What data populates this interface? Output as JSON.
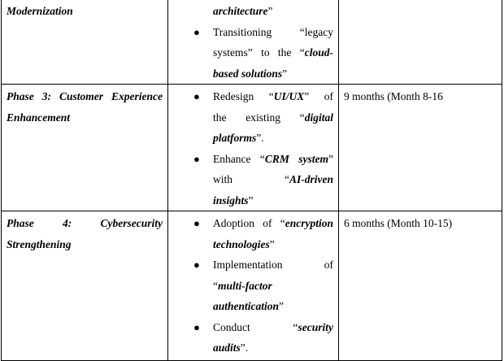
{
  "rows": [
    {
      "phase_lines": [
        "Modernization"
      ],
      "bullets": [
        {
          "lines": [
            [
              {
                "t": "architecture",
                "b": true
              },
              {
                "t": "”",
                "b": false
              }
            ]
          ],
          "continuation": true
        },
        {
          "lines": [
            [
              {
                "t": "Transitioning     “legacy",
                "b": false
              }
            ],
            [
              {
                "t": "systems” to the “",
                "b": false
              },
              {
                "t": "cloud-",
                "b": true
              }
            ],
            [
              {
                "t": "based solutions",
                "b": true
              },
              {
                "t": "”",
                "b": false
              }
            ]
          ]
        }
      ],
      "duration": ""
    },
    {
      "phase_lines": [
        "Phase 3: Customer Experience",
        "Enhancement"
      ],
      "bullets": [
        {
          "lines": [
            [
              {
                "t": "Redesign  “",
                "b": false
              },
              {
                "t": "UI/UX",
                "b": true
              },
              {
                "t": "”  of",
                "b": false
              }
            ],
            [
              {
                "t": "the   existing   “",
                "b": false
              },
              {
                "t": "digital",
                "b": true
              }
            ],
            [
              {
                "t": "platforms",
                "b": true
              },
              {
                "t": "”.",
                "b": false
              }
            ]
          ]
        },
        {
          "lines": [
            [
              {
                "t": "Enhance “",
                "b": false
              },
              {
                "t": "CRM system",
                "b": true
              },
              {
                "t": "”",
                "b": false
              }
            ],
            [
              {
                "t": "with          “",
                "b": false
              },
              {
                "t": "AI-driven",
                "b": true
              }
            ],
            [
              {
                "t": "insights",
                "b": true
              },
              {
                "t": "”",
                "b": false
              }
            ]
          ]
        }
      ],
      "duration": "9 months (Month 8-16"
    },
    {
      "phase_lines": [
        "Phase      4:      Cybersecurity",
        "Strengthening"
      ],
      "bullets": [
        {
          "lines": [
            [
              {
                "t": "Adoption of “",
                "b": false
              },
              {
                "t": "encryption",
                "b": true
              }
            ],
            [
              {
                "t": "technologies",
                "b": true
              },
              {
                "t": "”",
                "b": false
              }
            ]
          ]
        },
        {
          "lines": [
            [
              {
                "t": "Implementation          of",
                "b": false
              }
            ],
            [
              {
                "t": "“",
                "b": false
              },
              {
                "t": "multi-factor",
                "b": true
              }
            ],
            [
              {
                "t": "authentication",
                "b": true
              },
              {
                "t": "”",
                "b": false
              }
            ]
          ]
        },
        {
          "lines": [
            [
              {
                "t": "Conduct          “",
                "b": false
              },
              {
                "t": "security",
                "b": true
              }
            ],
            [
              {
                "t": "audits",
                "b": true
              },
              {
                "t": "”.",
                "b": false
              }
            ]
          ]
        }
      ],
      "duration": "6 months (Month 10-15)"
    }
  ],
  "bullet_char": "●"
}
